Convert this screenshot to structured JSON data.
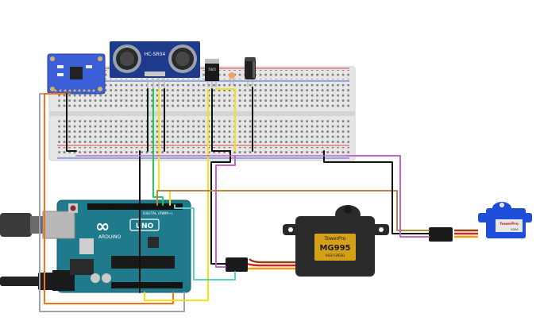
{
  "sensor": {
    "label": "HC-SR04"
  },
  "arduino": {
    "brand": "ARDUINO",
    "model": "UNO",
    "board_label": "DIGITAL (PWM~)"
  },
  "regulator": {
    "label": "7805"
  },
  "servo_large": {
    "brand": "TowerPro",
    "model": "MG995",
    "spec": "HIGH SPEED"
  },
  "servo_small": {
    "brand": "TowerPro",
    "model": "SG90"
  },
  "colors": {
    "breadboard": "#e6e6e6",
    "arduino": "#1f7a8c",
    "sensor": "#1e3a8a",
    "imu": "#3b5fd6",
    "servo_large": "#2a2a2a",
    "servo_small": "#1f4ed8",
    "wire_black": "#111111",
    "wire_yellow": "#f2e21a",
    "wire_green": "#22c55e",
    "wire_purple": "#c463c9",
    "wire_orange": "#f97316",
    "wire_gray": "#9ca3af",
    "wire_teal": "#5ad1c5",
    "wire_brown": "#b08a3e"
  }
}
